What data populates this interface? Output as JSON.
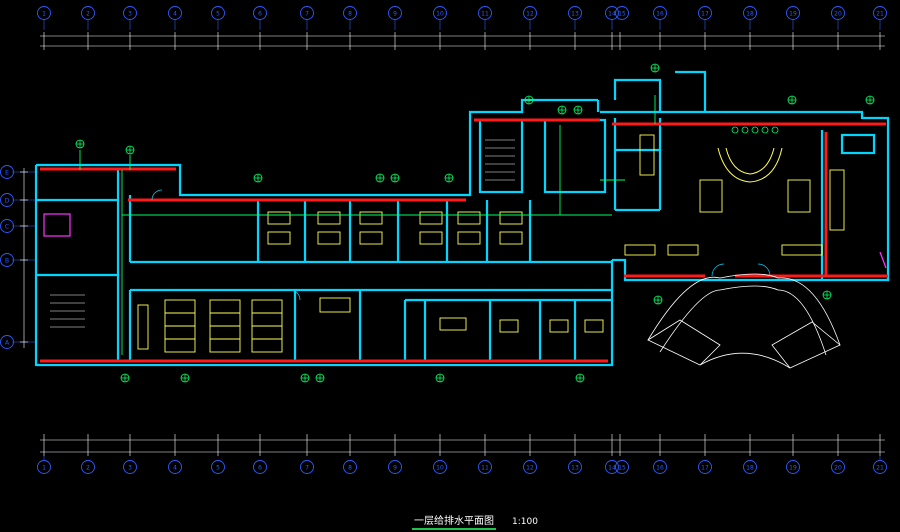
{
  "drawing": {
    "title": "一层给排水平面图",
    "scale": "1:100"
  },
  "grid_bubbles_top": [
    "1",
    "2",
    "3",
    "4",
    "5",
    "6",
    "7",
    "8",
    "9",
    "10",
    "11",
    "12",
    "13",
    "14",
    "15",
    "16",
    "17",
    "18",
    "19",
    "20",
    "21"
  ],
  "grid_bubbles_bottom": [
    "1",
    "2",
    "3",
    "4",
    "5",
    "6",
    "7",
    "8",
    "9",
    "10",
    "11",
    "12",
    "13",
    "14",
    "15",
    "16",
    "17",
    "18",
    "19",
    "20",
    "21"
  ],
  "grid_bubbles_left": [
    "E",
    "D",
    "C",
    "B",
    "A"
  ],
  "colors": {
    "background": "#000000",
    "wall": "#00d7ff",
    "wall_red": "#ff1a1a",
    "furniture": "#ffff55",
    "pipe": "#00ff66",
    "annotation": "#ffffff",
    "axis": "#2a5cff",
    "magenta": "#ff33ff"
  }
}
